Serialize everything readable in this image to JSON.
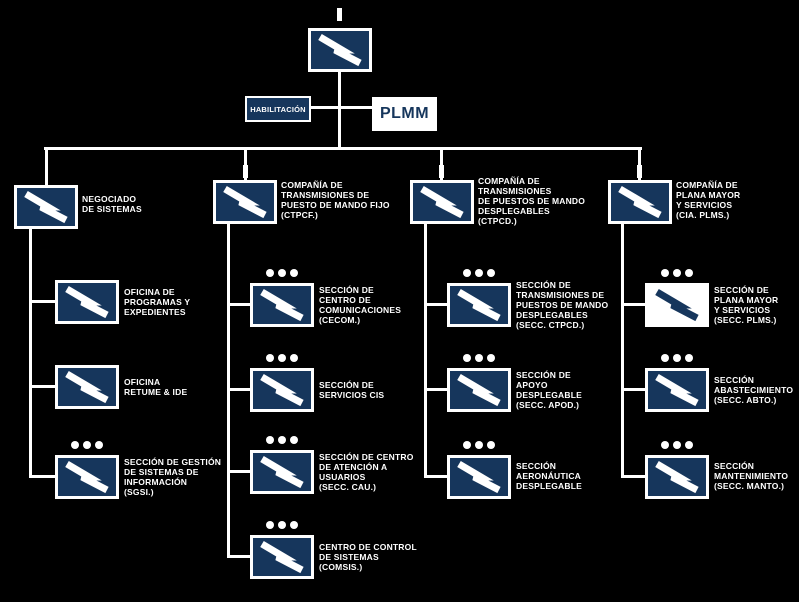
{
  "colors": {
    "background": "#000000",
    "box_fill": "#16365c",
    "box_border": "#ffffff",
    "text": "#ffffff",
    "plmm_fill": "#ffffff",
    "plmm_text": "#16365c"
  },
  "root": {
    "size_mark": "I"
  },
  "staff": {
    "habilitacion": "HABILITACIÓN",
    "plmm": "PLMM"
  },
  "branches": [
    {
      "name": "negociado-de-sistemas",
      "label": "NEGOCIADO\nDE SISTEMAS",
      "size_mark": "",
      "children": [
        {
          "label": "OFICINA DE\nPROGRAMAS Y\nEXPEDIENTES",
          "dots": false,
          "variant": "dark"
        },
        {
          "label": "OFICINA\nRETUME & IDE",
          "dots": false,
          "variant": "dark"
        },
        {
          "label": "SECCIÓN DE GESTIÓN\nDE SISTEMAS DE\nINFORMACIÓN\n(SGSI.)",
          "dots": true,
          "variant": "dark"
        }
      ]
    },
    {
      "name": "ctpcf",
      "label": "COMPAÑÍA DE\nTRANSMISIONES DE\nPUESTO DE MANDO FIJO\n(CTPCF.)",
      "size_mark": "I",
      "children": [
        {
          "label": "SECCIÓN DE\nCENTRO DE\nCOMUNICACIONES\n(CECOM.)",
          "dots": true,
          "variant": "dark"
        },
        {
          "label": "SECCIÓN DE\nSERVICIOS CIS",
          "dots": true,
          "variant": "dark"
        },
        {
          "label": "SECCIÓN DE CENTRO\nDE ATENCIÓN A\nUSUARIOS\n(SECC. CAU.)",
          "dots": true,
          "variant": "dark"
        },
        {
          "label": "CENTRO DE CONTROL\nDE SISTEMAS\n(COMSIS.)",
          "dots": true,
          "variant": "dark"
        }
      ]
    },
    {
      "name": "ctpcd",
      "label": "COMPAÑÍA DE\nTRANSMISIONES\nDE PUESTOS DE MANDO\nDESPLEGABLES\n(CTPCD.)",
      "size_mark": "I",
      "children": [
        {
          "label": "SECCIÓN DE\nTRANSMISIONES DE\nPUESTOS DE MANDO\nDESPLEGABLES\n(SECC. CTPCD.)",
          "dots": true,
          "variant": "dark"
        },
        {
          "label": "SECCIÓN DE\nAPOYO\nDESPLEGABLE\n(SECC. APOD.)",
          "dots": true,
          "variant": "dark"
        },
        {
          "label": "SECCIÓN\nAERONÁUTICA\nDESPLEGABLE",
          "dots": true,
          "variant": "dark"
        }
      ]
    },
    {
      "name": "cia-plms",
      "label": "COMPAÑÍA DE\nPLANA MAYOR\nY SERVICIOS\n(CIA. PLMS.)",
      "size_mark": "I",
      "children": [
        {
          "label": "SECCIÓN DE\nPLANA MAYOR\nY SERVICIOS\n(SECC. PLMS.)",
          "dots": true,
          "variant": "light"
        },
        {
          "label": "SECCIÓN\nABASTECIMIENTO\n(SECC. ABTO.)",
          "dots": true,
          "variant": "dark"
        },
        {
          "label": "SECCIÓN\nMANTENIMIENTO\n(SECC. MANTO.)",
          "dots": true,
          "variant": "dark"
        }
      ]
    }
  ]
}
